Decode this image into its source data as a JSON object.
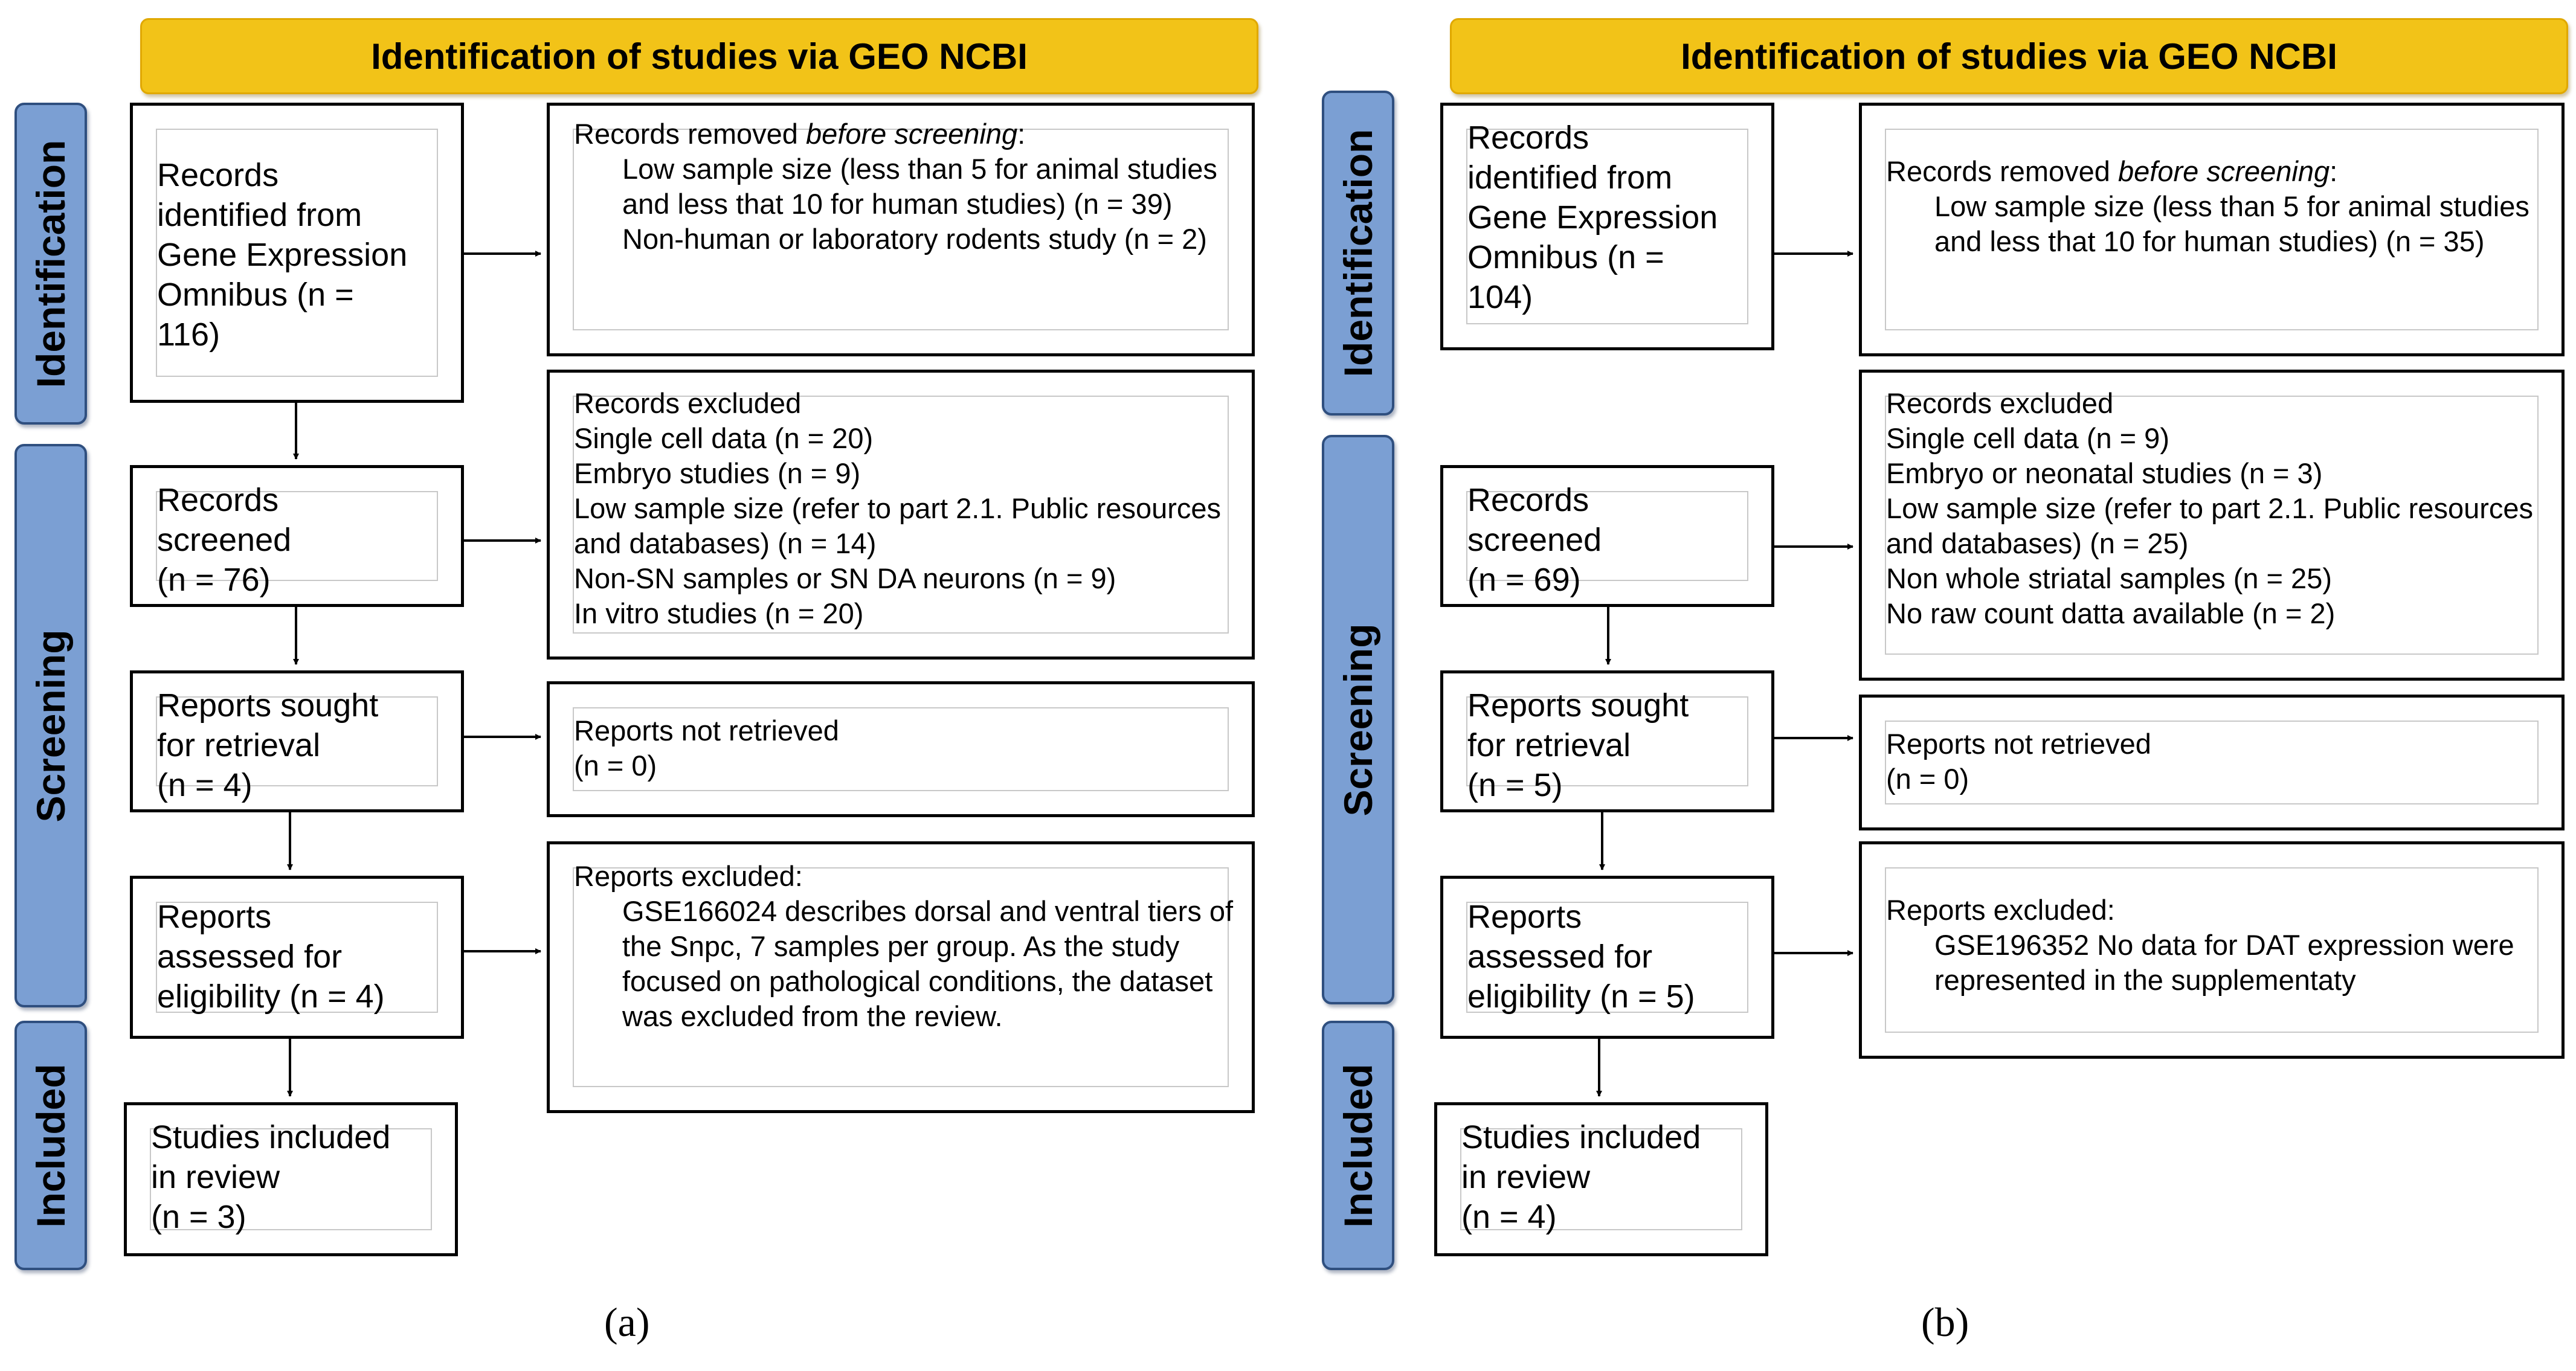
{
  "panels": [
    {
      "caption": "(a)",
      "header": "Identification of studies via GEO NCBI",
      "phases": {
        "identification": "Identification",
        "screening": "Screening",
        "included": "Included"
      },
      "left": {
        "identified": [
          "Records",
          "identified from",
          "Gene Expression",
          "Omnibus (n =",
          "116)"
        ],
        "screened": [
          "Records",
          "screened",
          "(n = 76)"
        ],
        "sought": [
          "Reports sought",
          "for retrieval",
          "(n = 4)"
        ],
        "assessed": [
          "Reports",
          "assessed for",
          "eligibility (n = 4)"
        ],
        "included": [
          "Studies included",
          "in review",
          "(n = 3)"
        ]
      },
      "right": {
        "removed": {
          "title_prefix": "Records removed ",
          "title_em": "before screening",
          "title_suffix": ":",
          "items": [
            "Low sample size (less than 5 for animal studies and less that 10 for human studies) (n = 39)",
            "Non-human or laboratory rodents study (n = 2)"
          ]
        },
        "excluded": [
          "Records excluded",
          "Single cell data (n = 20)",
          "Embryo studies (n = 9)",
          "Low sample size (refer to part 2.1. Public resources and databases) (n = 14)",
          "Non-SN samples or SN DA neurons (n = 9)",
          "In vitro studies (n = 20)"
        ],
        "not_retrieved": [
          "Reports not retrieved",
          "(n = 0)"
        ],
        "reports_excluded": {
          "title": "Reports excluded:",
          "item": "GSE166024 describes  dorsal and ventral tiers of the Snpc, 7 samples per group. As the study focused on pathological conditions, the dataset was excluded from the review."
        }
      }
    },
    {
      "caption": "(b)",
      "header": "Identification of studies via GEO NCBI",
      "phases": {
        "identification": "Identification",
        "screening": "Screening",
        "included": "Included"
      },
      "left": {
        "identified": [
          "Records",
          "identified from",
          "Gene Expression",
          "Omnibus (n =",
          "104)"
        ],
        "screened": [
          "Records",
          "screened",
          "(n = 69)"
        ],
        "sought": [
          "Reports sought",
          "for retrieval",
          "(n = 5)"
        ],
        "assessed": [
          "Reports",
          "assessed for",
          "eligibility (n = 5)"
        ],
        "included": [
          "Studies included",
          "in review",
          "(n = 4)"
        ]
      },
      "right": {
        "removed": {
          "title_prefix": "Records removed ",
          "title_em": "before screening",
          "title_suffix": ":",
          "items": [
            "Low sample size (less than 5 for animal studies and less that 10 for human studies) (n = 35)"
          ]
        },
        "excluded": [
          "Records excluded",
          "Single cell data (n = 9)",
          "Embryo or neonatal studies (n = 3)",
          "Low sample size (refer to part 2.1. Public resources and databases) (n = 25)",
          "Non whole striatal samples (n = 25)",
          "No raw count datta available (n = 2)"
        ],
        "not_retrieved": [
          "Reports not retrieved",
          "(n = 0)"
        ],
        "reports_excluded": {
          "title": "Reports excluded:",
          "item": "GSE196352 No data for DAT expression were represented in the supplementaty"
        }
      }
    }
  ],
  "colors": {
    "header": "#f2c318",
    "phase": "#7b9fd3",
    "phase_border": "#2f4f7f",
    "box_border": "#000000"
  }
}
